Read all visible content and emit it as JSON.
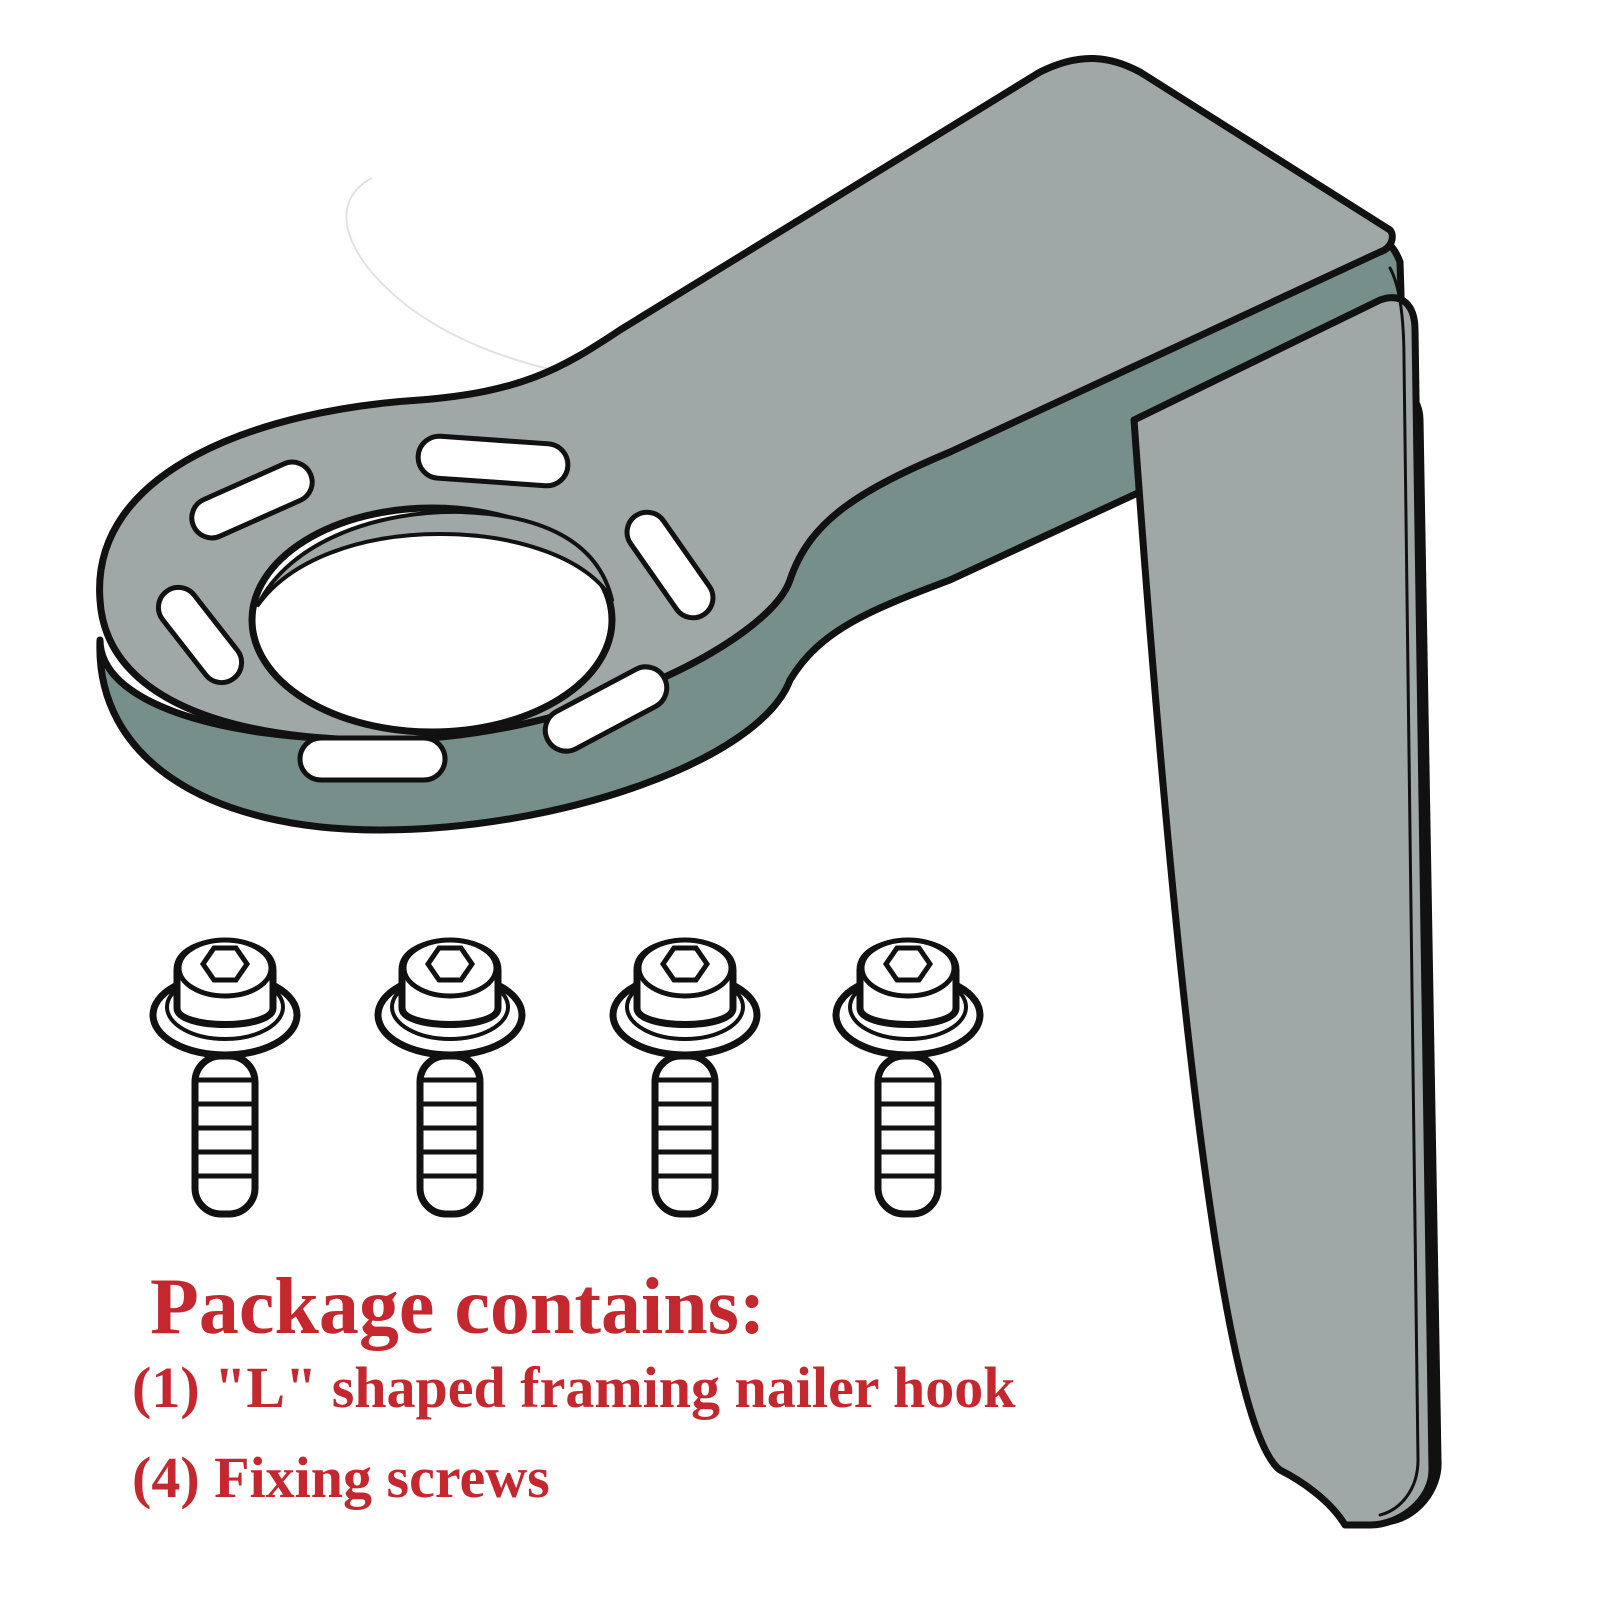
{
  "colors": {
    "background": "#ffffff",
    "bracket_face": "#9fa8a6",
    "bracket_edge": "#768f8a",
    "outline": "#111111",
    "caption_text": "#c4282e"
  },
  "illustration": {
    "bracket_icon": "l-shaped-hook-bracket",
    "screw_icon": "hex-socket-flange-screw",
    "screw_count": 4,
    "slot_count": 6
  },
  "caption": {
    "heading": "Package contains:",
    "lines": [
      "(1) \"L\" shaped framing nailer hook",
      "(4) Fixing screws"
    ]
  }
}
